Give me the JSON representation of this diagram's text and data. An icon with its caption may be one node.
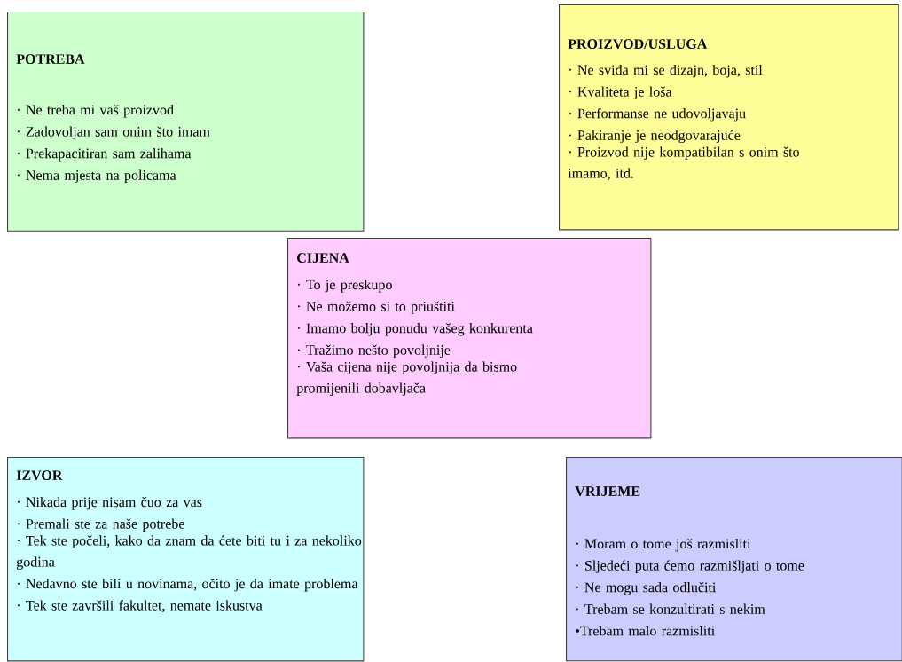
{
  "diagram": {
    "nodes": [
      {
        "text": [
          "POTREBA",
          "· Ne treba mi vaš proizvod",
          "· Zadovoljan sam onim što imam",
          "· Prekapacitiran sam zalihama",
          "· Nema mjesta na policama"
        ]
      },
      {
        "text": [
          "PROIZVOD/USLUGA",
          "· Ne sviđa mi se dizajn, boja, stil",
          "· Kvaliteta je loša",
          "· Performanse ne udovoljavaju",
          "· Pakiranje je neodgovarajuće",
          "· Proizvod nije kompatibilan s onim što imamo, itd."
        ]
      },
      {
        "text": [
          "CIJENA",
          "· To je preskupo",
          "· Ne možemo si to priuštiti",
          "· Imamo bolju ponudu vašeg konkurenta",
          "· Tražimo nešto povoljnije",
          "· Vaša cijena nije povoljnija da bismo promijenili dobavljača"
        ]
      },
      {
        "text": [
          "IZVOR",
          "· Nikada prije nisam čuo za vas",
          "· Premali ste za naše potrebe",
          "· Tek ste počeli, kako da znam da ćete biti tu i za nekoliko godina",
          "· Nedavno ste bili u novinama, očito je da imate problema",
          "· Tek ste završili fakultet, nemate iskustva"
        ]
      },
      {
        "text": [
          "VRIJEME",
          "· Moram o tome još razmisliti",
          "· Sljedeći puta ćemo razmišljati o tome",
          "· Ne mogu sada odlučiti",
          "· Trebam se konzultirati s nekim",
          "•Trebam malo razmisliti"
        ]
      }
    ]
  }
}
